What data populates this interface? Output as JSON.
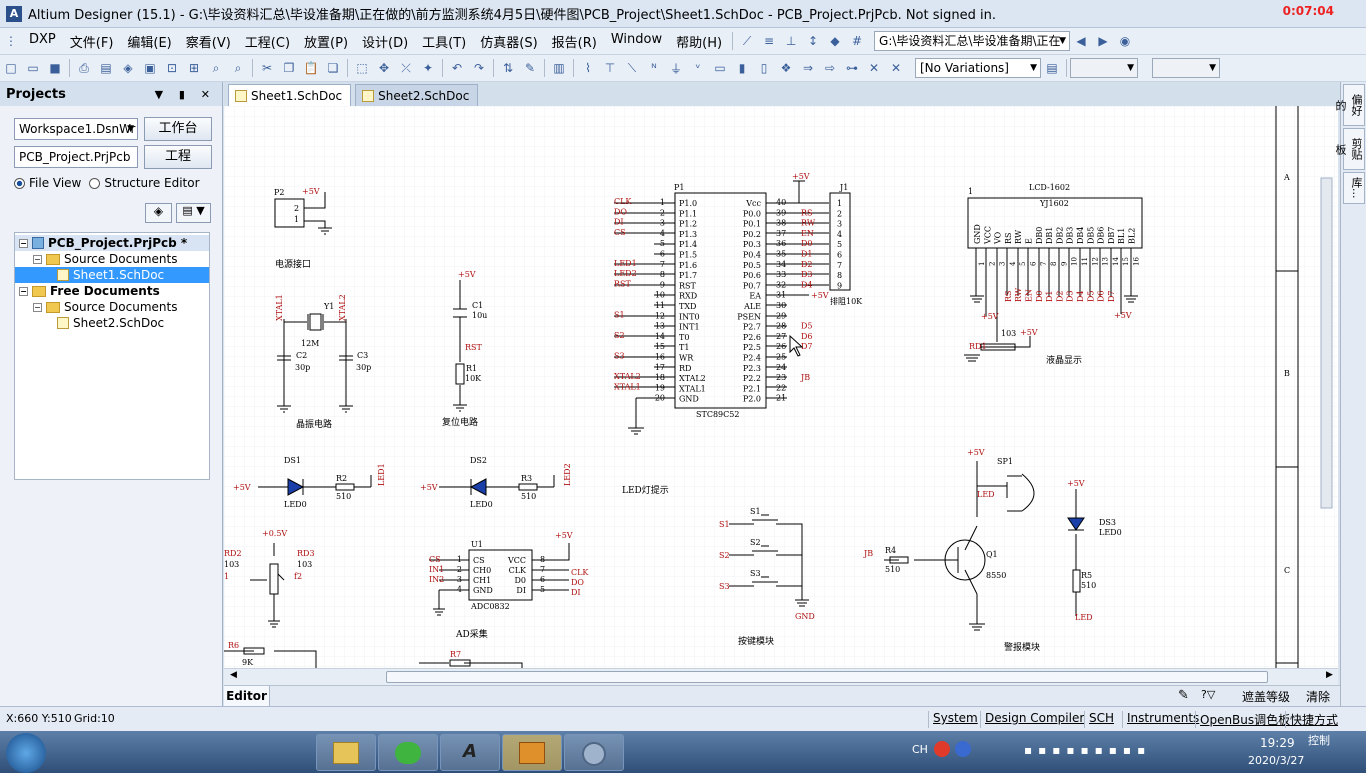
{
  "window": {
    "title": "Altium Designer (15.1) - G:\\毕设资料汇总\\毕设准备期\\正在做的\\前方监测系统4月5日\\硬件图\\PCB_Project\\Sheet1.SchDoc - PCB_Project.PrjPcb. Not signed in.",
    "timer": "0:07:04"
  },
  "menu": [
    "DXP",
    "文件(F)",
    "编辑(E)",
    "察看(V)",
    "工程(C)",
    "放置(P)",
    "设计(D)",
    "工具(T)",
    "仿真器(S)",
    "报告(R)",
    "Window",
    "帮助(H)"
  ],
  "toolbar": {
    "path_combo": "G:\\毕设资料汇总\\毕设准备期\\正在",
    "variations": "[No Variations]"
  },
  "projects": {
    "title": "Projects",
    "workspace": "Workspace1.DsnWr",
    "workspace_btn": "工作台",
    "project": "PCB_Project.PrjPcb",
    "project_btn": "工程",
    "file_view": "File View",
    "structure_editor": "Structure Editor",
    "tree": [
      {
        "label": "PCB_Project.PrjPcb *",
        "level": 0
      },
      {
        "label": "Source Documents",
        "level": 1
      },
      {
        "label": "Sheet1.SchDoc",
        "level": 2
      },
      {
        "label": "Free Documents",
        "level": 0
      },
      {
        "label": "Source Documents",
        "level": 1
      },
      {
        "label": "Sheet2.SchDoc",
        "level": 2
      }
    ]
  },
  "tabs": [
    "Sheet1.SchDoc",
    "Sheet2.SchDoc"
  ],
  "sheet": {
    "zones": [
      "A",
      "B",
      "C"
    ],
    "power": {
      "p2": "P2",
      "plus5": "+5V",
      "pin2": "2",
      "pin1": "1",
      "label": "电源接口"
    },
    "crystal": {
      "xtal1": "XTAL1",
      "xtal2": "XTAL2",
      "y1": "Y1",
      "freq": "12M",
      "c2": "C2",
      "c2v": "30p",
      "c3": "C3",
      "c3v": "30p",
      "label": "晶振电路"
    },
    "reset": {
      "plus5": "+5V",
      "c1": "C1",
      "c1v": "10u",
      "rst": "RST",
      "r1": "R1",
      "r1v": "10K",
      "label": "复位电路"
    },
    "mcu": {
      "name": "P1",
      "chip": "STC89C52",
      "left_nets": [
        "CLK",
        "DO",
        "DI",
        "CS",
        "",
        "",
        "LED1",
        "LED2",
        "RST",
        "",
        "",
        "S1",
        "",
        "S2",
        "",
        "S3",
        "",
        "XTAL2",
        "XTAL1",
        ""
      ],
      "left_pins": [
        "P1.0",
        "P1.1",
        "P1.2",
        "P1.3",
        "P1.4",
        "P1.5",
        "P1.6",
        "P1.7",
        "RST",
        "RXD",
        "TXD",
        "INT0",
        "INT1",
        "T0",
        "T1",
        "WR",
        "RD",
        "XTAL2",
        "XTAL1",
        "GND"
      ],
      "left_nums": [
        "1",
        "2",
        "3",
        "4",
        "5",
        "6",
        "7",
        "8",
        "9",
        "10",
        "11",
        "12",
        "13",
        "14",
        "15",
        "16",
        "17",
        "18",
        "19",
        "20"
      ],
      "right_pins": [
        "Vcc",
        "P0.0",
        "P0.1",
        "P0.2",
        "P0.3",
        "P0.4",
        "P0.5",
        "P0.6",
        "P0.7",
        "EA",
        "ALE",
        "PSEN",
        "P2.7",
        "P2.6",
        "P2.5",
        "P2.4",
        "P2.3",
        "P2.2",
        "P2.1",
        "P2.0"
      ],
      "right_nums": [
        "40",
        "39",
        "38",
        "37",
        "36",
        "35",
        "34",
        "33",
        "32",
        "31",
        "30",
        "29",
        "28",
        "27",
        "26",
        "25",
        "24",
        "23",
        "22",
        "21"
      ],
      "right_nets": [
        "",
        "RS",
        "RW",
        "EN",
        "D0",
        "D1",
        "D2",
        "D3",
        "D4",
        "",
        "",
        "",
        "D5",
        "D6",
        "D7",
        "",
        "",
        "JB",
        "",
        ""
      ]
    },
    "j1": {
      "name": "J1",
      "plus5": "+5V",
      "label": "排阻10K",
      "pins": [
        "1",
        "2",
        "3",
        "4",
        "5",
        "6",
        "7",
        "8",
        "9"
      ],
      "ea": "+5V"
    },
    "lcd": {
      "ref": "1",
      "name": "LCD-1602",
      "part": "YJ1602",
      "pins": [
        "GND",
        "VCC",
        "VO",
        "RS",
        "RW",
        "E",
        "DB0",
        "DB1",
        "DB2",
        "DB3",
        "DB4",
        "DB5",
        "DB6",
        "DB7",
        "BL1",
        "BL2"
      ],
      "nums": [
        "1",
        "2",
        "3",
        "4",
        "5",
        "6",
        "7",
        "8",
        "9",
        "10",
        "11",
        "12",
        "13",
        "14",
        "15",
        "16"
      ],
      "nets": [
        "RS",
        "RW",
        "EN",
        "D0",
        "D1",
        "D2",
        "D3",
        "D4",
        "D5",
        "D6",
        "D7"
      ],
      "rd1": "RD1",
      "rd1v": "103",
      "plus5a": "+5V",
      "plus5b": "+5V",
      "plus5c": "+5V",
      "label": "液晶显示"
    },
    "led1": {
      "ds": "DS1",
      "plus5": "+5V",
      "led": "LED0",
      "r": "R2",
      "rv": "510",
      "net": "LED1"
    },
    "led2": {
      "ds": "DS2",
      "plus5": "+5V",
      "led": "LED0",
      "r": "R3",
      "rv": "510",
      "net": "LED2"
    },
    "led_label": "LED灯提示",
    "adc": {
      "rd2": "RD2",
      "rd2v": "103",
      "rd2n": "1",
      "rd3": "RD3",
      "rd3v": "103",
      "rd3n": "f2",
      "v05": "+0.5V",
      "u1": "U1",
      "chip": "ADC0832",
      "plus5": "+5V",
      "lpins": [
        "CS",
        "CH0",
        "CH1",
        "GND"
      ],
      "lnums": [
        "1",
        "2",
        "3",
        "4"
      ],
      "rpins": [
        "VCC",
        "CLK",
        "D0",
        "DI"
      ],
      "rnums": [
        "8",
        "7",
        "6",
        "5"
      ],
      "lnets": [
        "CS",
        "IN1",
        "IN2",
        ""
      ],
      "rnets": [
        "",
        "CLK",
        "DO",
        "DI"
      ],
      "label": "AD采集"
    },
    "keys": {
      "s1": "S1",
      "s2": "S2",
      "s3": "S3",
      "gnd": "GND",
      "label": "按键模块"
    },
    "alarm": {
      "plus5": "+5V",
      "sp1": "SP1",
      "led": "LED",
      "jb": "JB",
      "r4": "R4",
      "r4v": "510",
      "q1": "Q1",
      "q1v": "8550",
      "label": "警报模块"
    },
    "ds3": {
      "plus5": "+5V",
      "ds": "DS3",
      "led": "LED0",
      "r5": "R5",
      "r5v": "510",
      "net": "LED"
    },
    "bottom": {
      "r6": "R6",
      "r6v": "9K",
      "r7": "R7"
    }
  },
  "editor": {
    "tab": "Editor",
    "mask": "遮盖等级",
    "clear": "清除"
  },
  "right_tabs": [
    "偏好的",
    "剪贴板",
    "库..."
  ],
  "status": {
    "coords": "X:660 Y:510",
    "grid": "Grid:10",
    "tabs": [
      "System",
      "Design Compiler",
      "SCH",
      "Instruments",
      "OpenBus调色板",
      "快捷方式"
    ],
    "control": "控制"
  },
  "taskbar": {
    "time": "19:29",
    "date": "2020/3/27",
    "lang": "CH"
  }
}
